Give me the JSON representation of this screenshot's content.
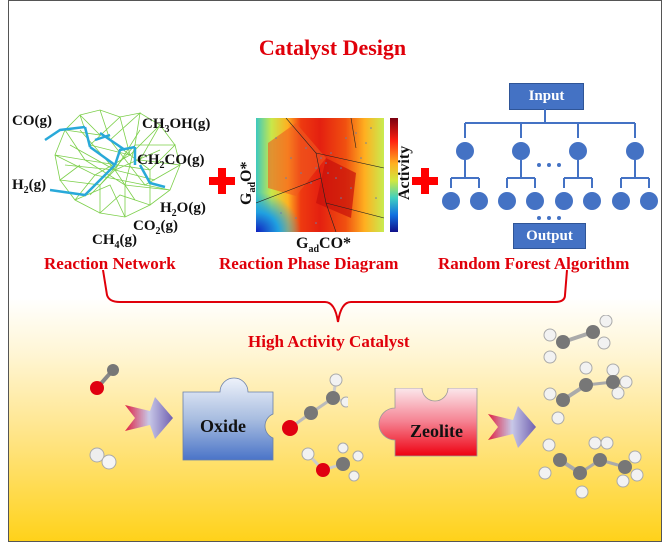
{
  "title": "Catalyst Design",
  "reaction_network": {
    "label": "Reaction Network",
    "species": [
      "CO(g)",
      "CH3OH(g)",
      "CH2CO(g)",
      "H2(g)",
      "H2O(g)",
      "CO2(g)",
      "CH4(g)"
    ]
  },
  "phase_diagram": {
    "label": "Reaction Phase Diagram",
    "x_axis": "GadCO*",
    "y_axis": "GadO*",
    "colorbar_label": "Activity"
  },
  "random_forest": {
    "label": "Random Forest Algorithm",
    "input_label": "Input",
    "output_label": "Output",
    "ellipsis": "• • •"
  },
  "result_label": "High Activity Catalyst",
  "pieces": {
    "oxide": "Oxide",
    "zeolite": "Zeolite"
  },
  "colors": {
    "accent_red": "#e0000a",
    "tree_blue": "#4472c4",
    "network_green": "#7ccf4a",
    "network_arrow": "#29a9d9"
  }
}
